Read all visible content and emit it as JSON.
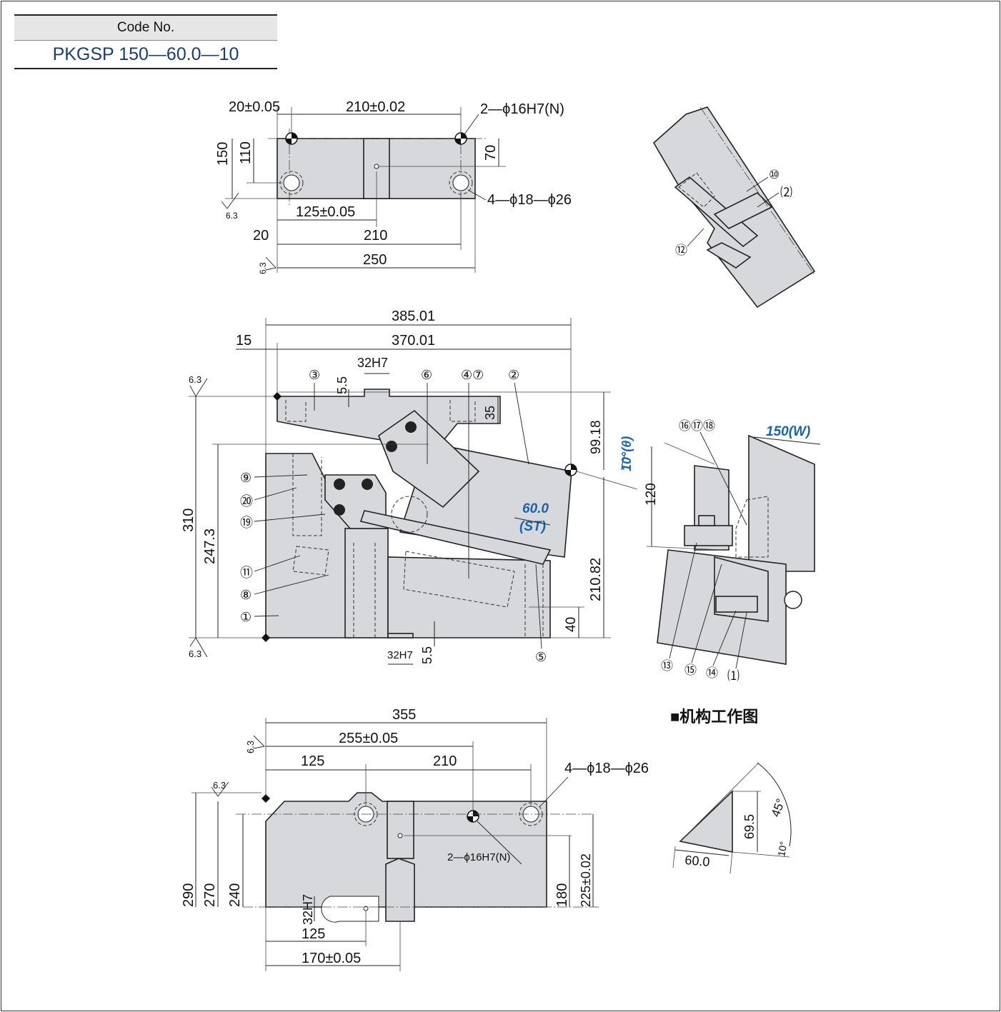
{
  "code_block": {
    "header": "Code No.",
    "value": "PKGSP 150—60.0—10"
  },
  "top_view": {
    "d_20_tol": "20±0.05",
    "d_210_tol": "210±0.02",
    "hole_dowel": "2—ϕ16H7(N)",
    "d_150": "150",
    "d_110": "110",
    "d_70": "70",
    "hole_bolt": "4—ϕ18—ϕ26",
    "d_125_tol": "125±0.05",
    "d_20": "20",
    "d_210": "210",
    "d_250": "250",
    "rough": "6.3"
  },
  "front_view": {
    "d_385": "385.01",
    "d_370": "370.01",
    "d_15": "15",
    "d_32h7": "32H7",
    "d_5_5": "5.5",
    "d_35": "35",
    "d_99_18": "99.18",
    "angle": "10°(θ)",
    "stroke": "60.0",
    "stroke_label": "(ST)",
    "d_310": "310",
    "d_247_3": "247.3",
    "d_210_82": "210.82",
    "d_40": "40",
    "rough": "6.3",
    "callouts": [
      "③",
      "⑥",
      "④⑦",
      "②",
      "⑨",
      "⑳",
      "⑲",
      "⑪",
      "⑧",
      "①",
      "⑤"
    ]
  },
  "bottom_view": {
    "d_355": "355",
    "d_255_tol": "255±0.05",
    "d_125": "125",
    "d_210": "210",
    "hole_bolt": "4—ϕ18—ϕ26",
    "hole_dowel": "2—ϕ16H7(N)",
    "d_290": "290",
    "d_270": "270",
    "d_240": "240",
    "d_32h7": "32H7",
    "d_180": "180",
    "d_225_tol": "225±0.02",
    "d_125b": "125",
    "d_170_tol": "170±0.05",
    "rough": "6.3"
  },
  "detail_view": {
    "callouts": [
      "⑩",
      "⑵",
      "⑫"
    ]
  },
  "mechanism_view": {
    "callouts": [
      "⑯⑰⑱",
      "⑬",
      "⑮",
      "⑭",
      "⑴"
    ],
    "width": "150(W)",
    "d_120": "120",
    "caption": "■机构工作图"
  },
  "angle_diagram": {
    "d_69_5": "69.5",
    "d_60": "60.0",
    "a_45": "45°",
    "a_10": "10°"
  },
  "colors": {
    "accent": "#1a64b0",
    "code_text": "#1a3d7a",
    "part_fill": "#d6d8db"
  }
}
